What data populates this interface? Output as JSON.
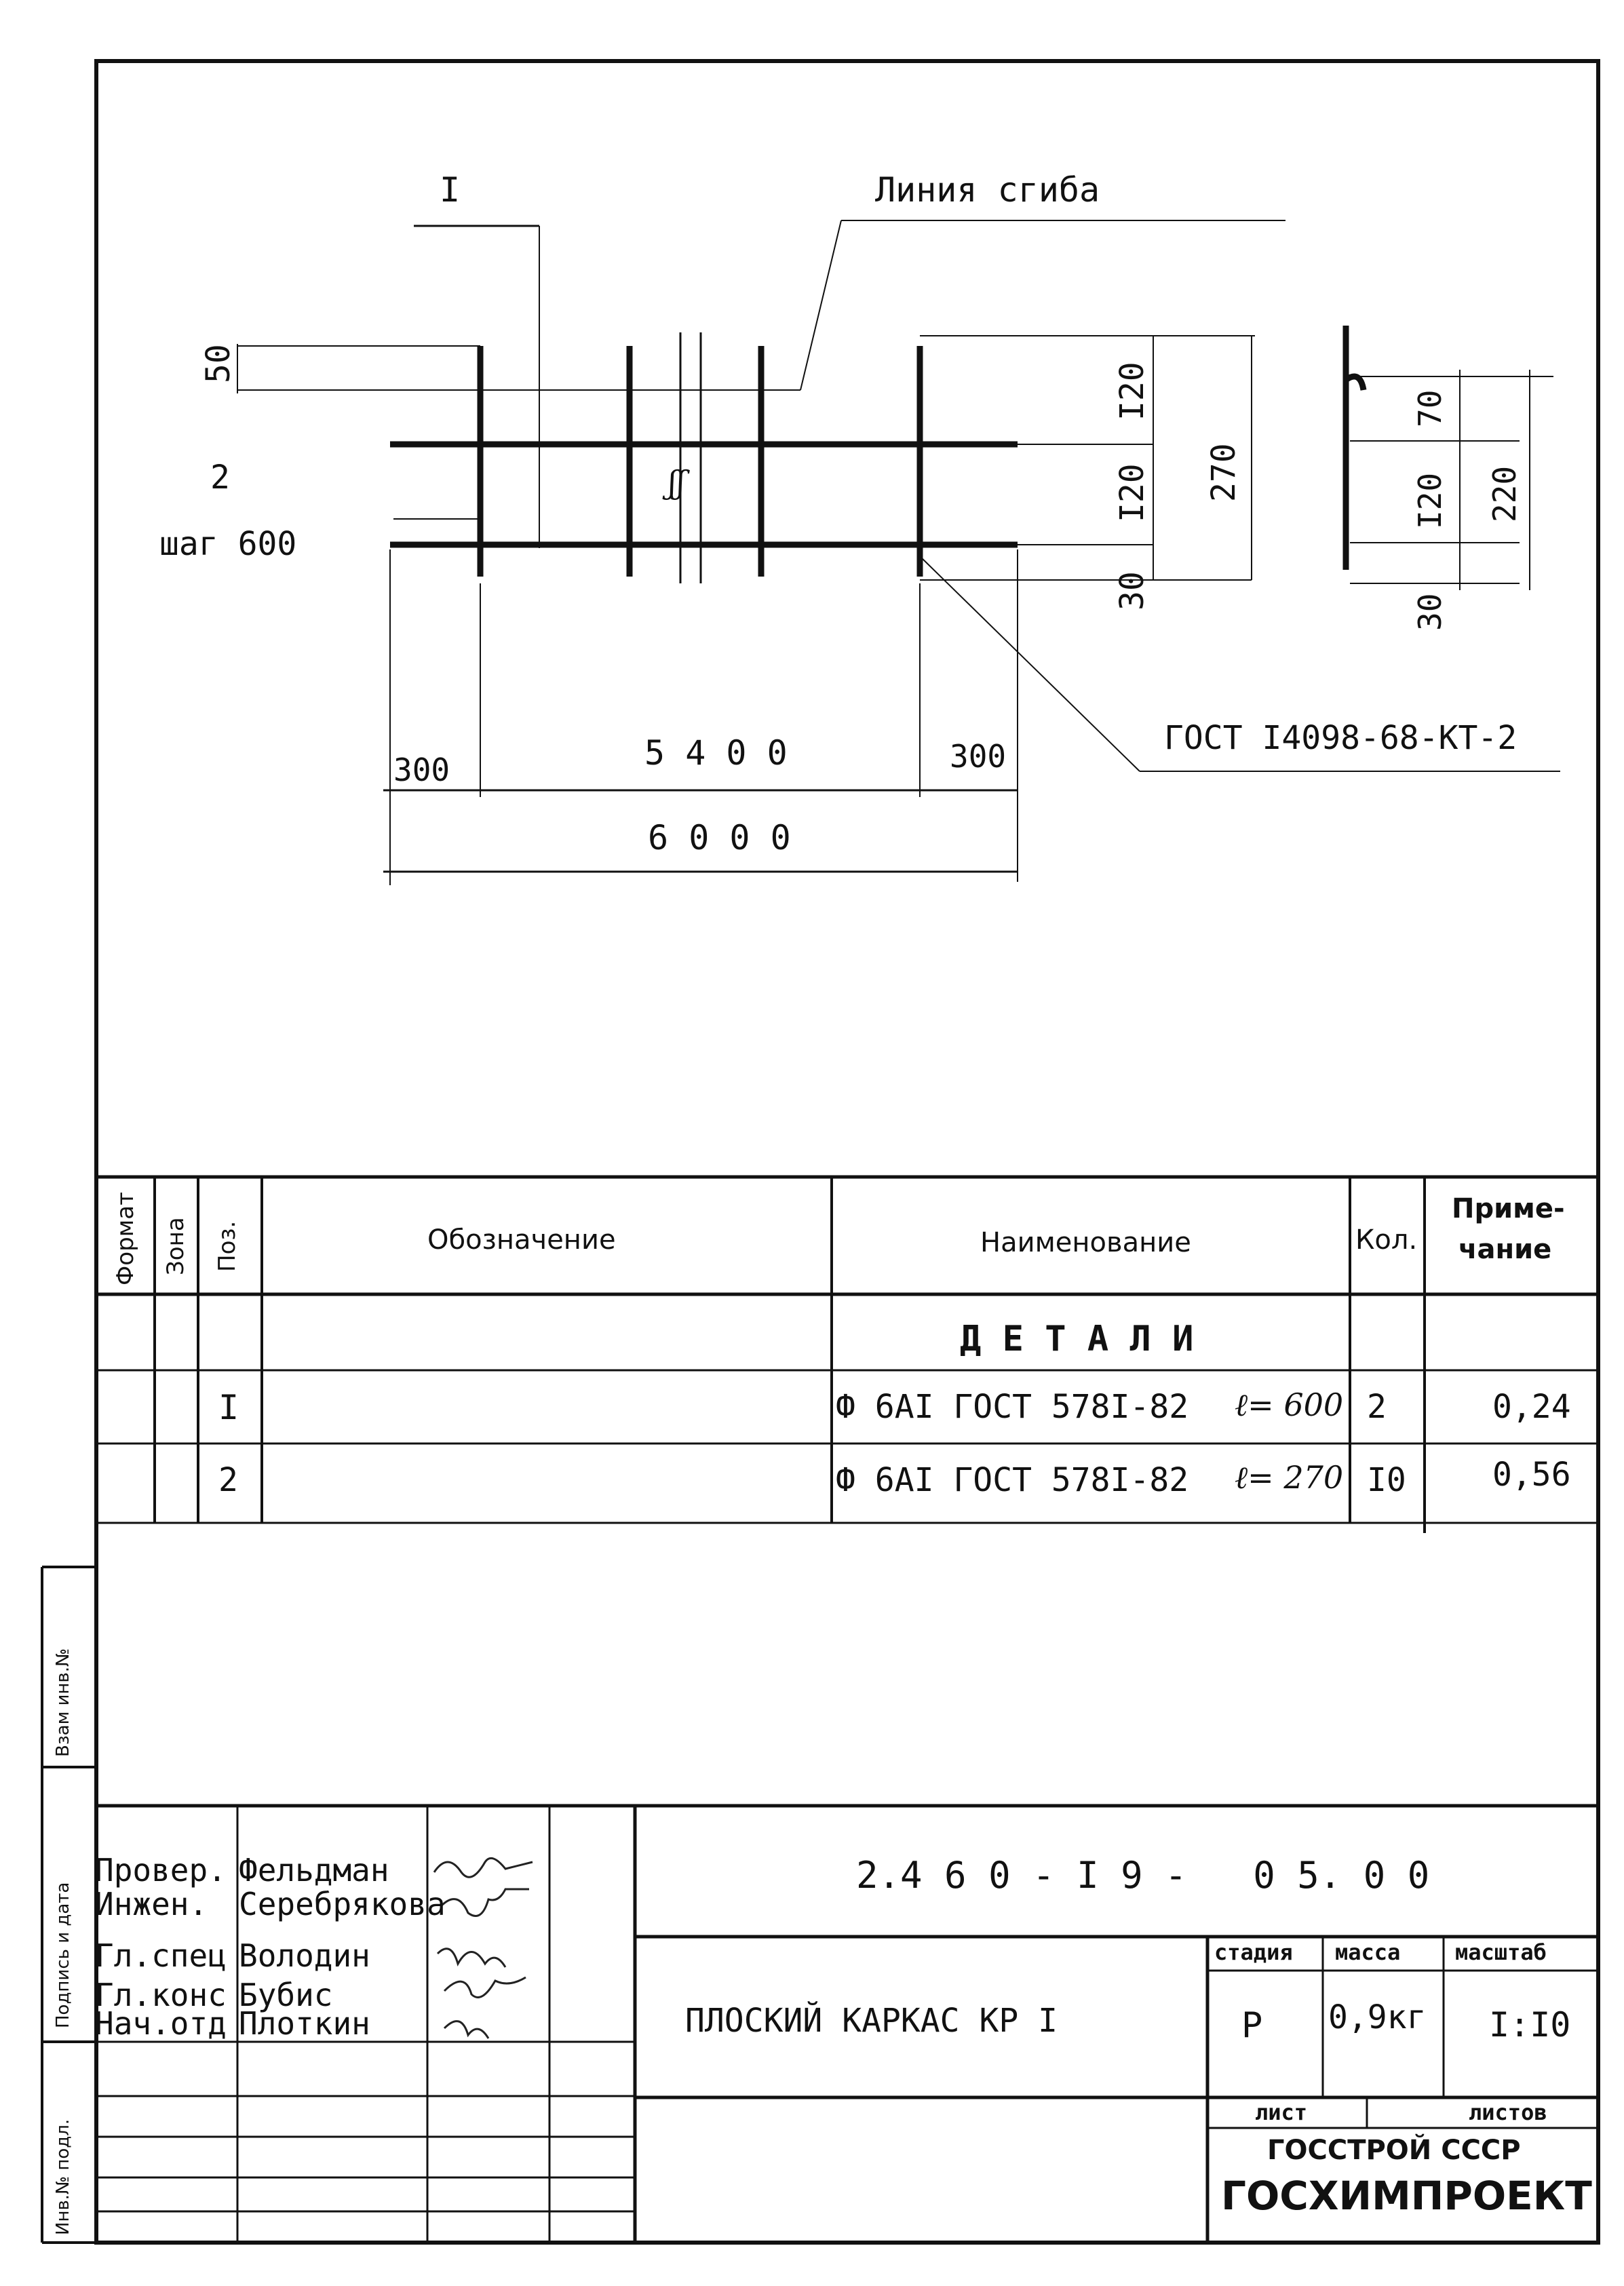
{
  "drawing": {
    "callout_I": "I",
    "bend_line_label": "Линия сгиба",
    "dim_50": "50",
    "pos_2": "2",
    "step_label": "шаг 600",
    "break_mark": "ʃʃ",
    "dim_120_top": "I20",
    "dim_120_mid": "I20",
    "dim_30_left": "30",
    "dim_270": "270",
    "section_dim_70": "70",
    "section_dim_120": "I20",
    "section_dim_220": "220",
    "section_dim_30": "30",
    "gost_mesh": "ГОСТ I4098-68-КТ-2",
    "dim_300_left": "300",
    "dim_5400": "5 4 0 0",
    "dim_300_right": "300",
    "dim_6000": "6 0 0 0"
  },
  "spec_table": {
    "headers": {
      "format": "Формат",
      "zone": "Зона",
      "pos": "Поз.",
      "designation": "Обозначение",
      "name": "Наименование",
      "qty": "Кол.",
      "note_line1": "Приме-",
      "note_line2": "чание"
    },
    "section_title": "Д Е Т А Л И",
    "rows": [
      {
        "pos": "I",
        "name": "Ф 6АI ГОСТ 578I-82",
        "length": "ℓ= 600",
        "qty": "2",
        "note": "0,24"
      },
      {
        "pos": "2",
        "name": "Ф 6АI ГОСТ 578I-82",
        "length": "ℓ= 270",
        "qty": "I0",
        "note": "0,56"
      }
    ]
  },
  "side_stamp": {
    "field1": "Взам инв.№",
    "field2": "Подпись и дата",
    "field3": "Инв.№ подл."
  },
  "title_block": {
    "document_code": "2.4 6 0 - I 9 -   0 5. 0 0",
    "object_name": "ПЛОСКИЙ КАРКАС  КР I",
    "staff": [
      {
        "role": "Провер.",
        "name": "Фельдман"
      },
      {
        "role": "Инжен.",
        "name": "Серебрякова"
      },
      {
        "role": "Гл.спец",
        "name": "Володин"
      },
      {
        "role": "Гл.конс",
        "name": "Бубис"
      },
      {
        "role": "Нач.отд",
        "name": "Плоткин"
      }
    ],
    "col_stage": "стадия",
    "col_mass": "масса",
    "col_scale": "масштаб",
    "stage": "Р",
    "mass": "0,9кг",
    "scale": "I:I0",
    "sheet_label": "лист",
    "sheets_label": "листов",
    "org_line1": "ГОССТРОЙ СССР",
    "org_line2": "ГОСХИМПРОЕКТ"
  }
}
